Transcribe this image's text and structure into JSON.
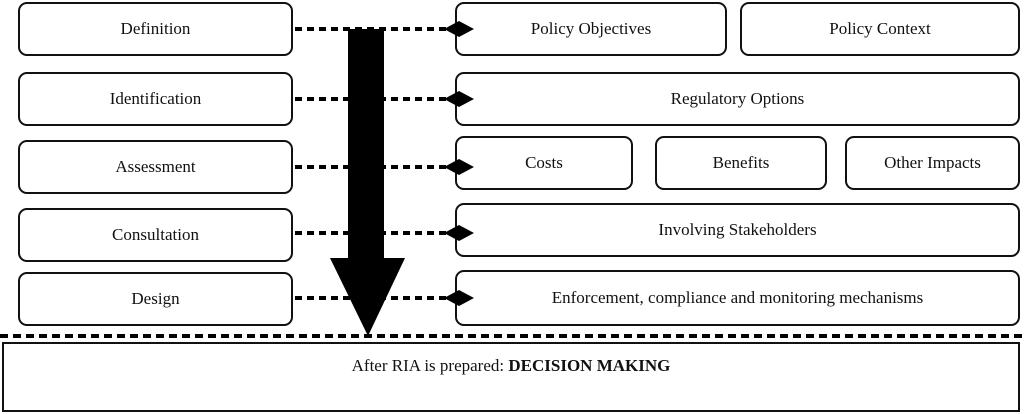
{
  "stages": [
    "Definition",
    "Identification",
    "Assessment",
    "Consultation",
    "Design"
  ],
  "outputs": {
    "definition": [
      "Policy Objectives",
      "Policy Context"
    ],
    "identification": [
      "Regulatory Options"
    ],
    "assessment": [
      "Costs",
      "Benefits",
      "Other Impacts"
    ],
    "consultation": [
      "Involving Stakeholders"
    ],
    "design": [
      "Enforcement, compliance and monitoring mechanisms"
    ]
  },
  "final": {
    "prefix": "After RIA is prepared: ",
    "emphasis": "DECISION MAKING"
  }
}
